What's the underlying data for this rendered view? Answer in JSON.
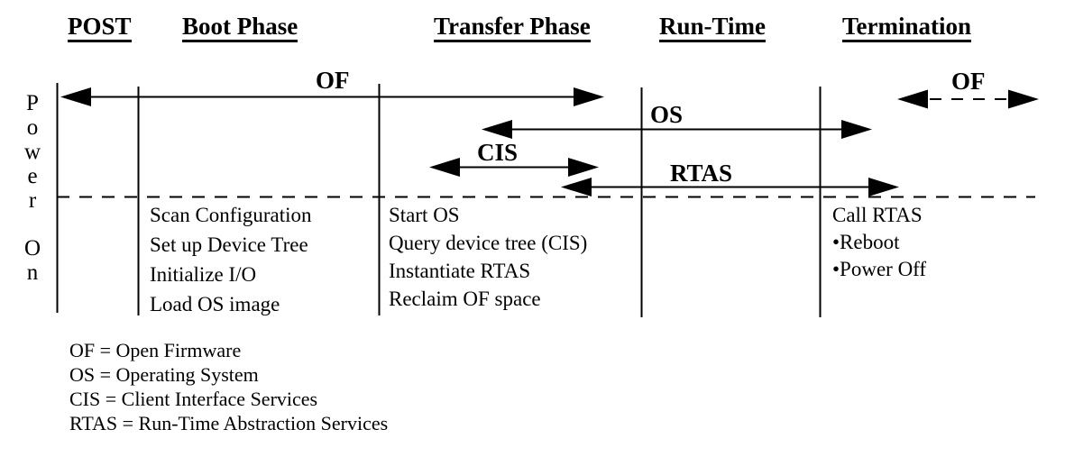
{
  "phase_headers": [
    "POST",
    "Boot Phase",
    "Transfer Phase",
    "Run-Time",
    "Termination"
  ],
  "power_on": {
    "text": "Power On"
  },
  "arrows": {
    "of": {
      "label": "OF"
    },
    "os": {
      "label": "OS"
    },
    "cis": {
      "label": "CIS"
    },
    "rtas": {
      "label": "RTAS"
    },
    "of_termination": {
      "label": "OF"
    }
  },
  "columns": {
    "boot": {
      "tasks": [
        "Scan Configuration",
        "Set up Device Tree",
        "Initialize I/O",
        "Load OS image"
      ]
    },
    "transfer": {
      "tasks": [
        "Start OS",
        "Query device tree (CIS)",
        "Instantiate RTAS",
        "Reclaim OF space"
      ]
    },
    "termination": {
      "tasks": [
        "Call RTAS",
        "•Reboot",
        "•Power Off"
      ]
    }
  },
  "legend": [
    "OF = Open Firmware",
    "OS = Operating System",
    "CIS = Client Interface Services",
    "RTAS = Run-Time Abstraction Services"
  ],
  "colors": {
    "ink": "#000000",
    "background": "#ffffff"
  }
}
